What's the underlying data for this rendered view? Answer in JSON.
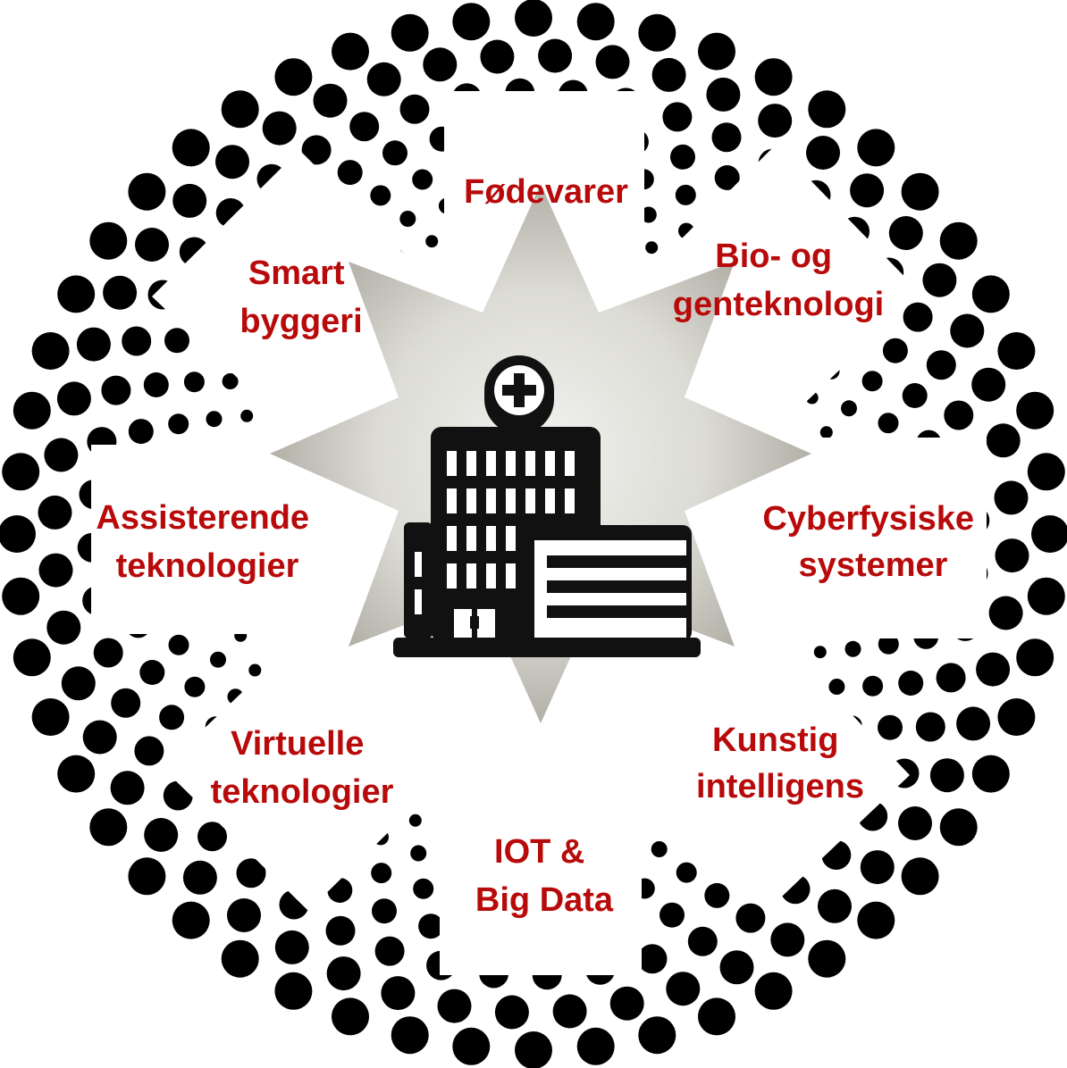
{
  "colors": {
    "label": "#b80a0a",
    "dots": "#000000",
    "star_light": "#f2f2ef",
    "star_dark": "#a7a59b",
    "icon": "#111111"
  },
  "center_icon": "hospital-building-icon",
  "topics": [
    {
      "id": "fodevarer",
      "lines": [
        "Fødevarer"
      ]
    },
    {
      "id": "bio-gen",
      "lines": [
        "Bio- og",
        "genteknologi"
      ]
    },
    {
      "id": "cyberfysiske",
      "lines": [
        "Cyberfysiske",
        "systemer"
      ]
    },
    {
      "id": "kunstig",
      "lines": [
        "Kunstig",
        "intelligens"
      ]
    },
    {
      "id": "iot",
      "lines": [
        "IOT &",
        "Big Data"
      ]
    },
    {
      "id": "virtuelle",
      "lines": [
        "Virtuelle",
        "teknologier"
      ]
    },
    {
      "id": "assisterende",
      "lines": [
        "Assisterende",
        "teknologier"
      ]
    },
    {
      "id": "smart",
      "lines": [
        "Smart",
        "byggeri"
      ]
    }
  ]
}
